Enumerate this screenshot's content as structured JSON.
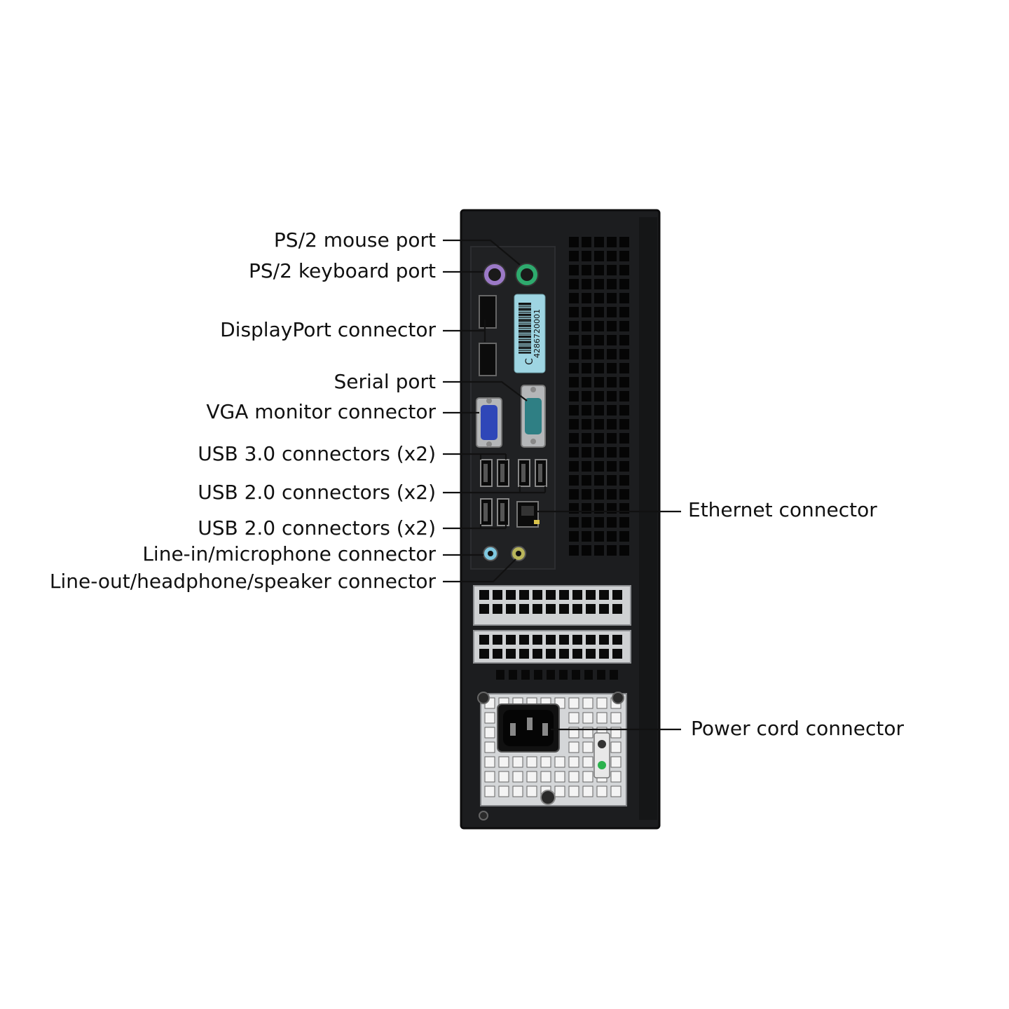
{
  "colors": {
    "case": "#1c1d1f",
    "case_edge": "#0d0d0e",
    "ps2_mouse": "#2eaa6e",
    "ps2_keyboard": "#9b79c6",
    "vga": "#2f47b8",
    "serial": "#2f7f84",
    "line_in": "#7fc8e0",
    "line_out": "#b9b55a",
    "label_sticker": "#9ed5e2",
    "leader": "#111111",
    "metal": "#c9cbce"
  },
  "sticker": {
    "letter": "C",
    "number": "4286720001"
  },
  "callouts": {
    "ps2_mouse": "PS/2 mouse port",
    "ps2_keyboard": "PS/2 keyboard port",
    "displayport": "DisplayPort connector",
    "serial": "Serial port",
    "vga": "VGA monitor connector",
    "usb3": "USB 3.0 connectors (x2)",
    "usb2_a": "USB 2.0 connectors (x2)",
    "usb2_b": "USB 2.0 connectors (x2)",
    "line_in": "Line-in/microphone connector",
    "line_out": "Line-out/headphone/speaker connector",
    "ethernet": "Ethernet connector",
    "power": "Power cord connector"
  }
}
